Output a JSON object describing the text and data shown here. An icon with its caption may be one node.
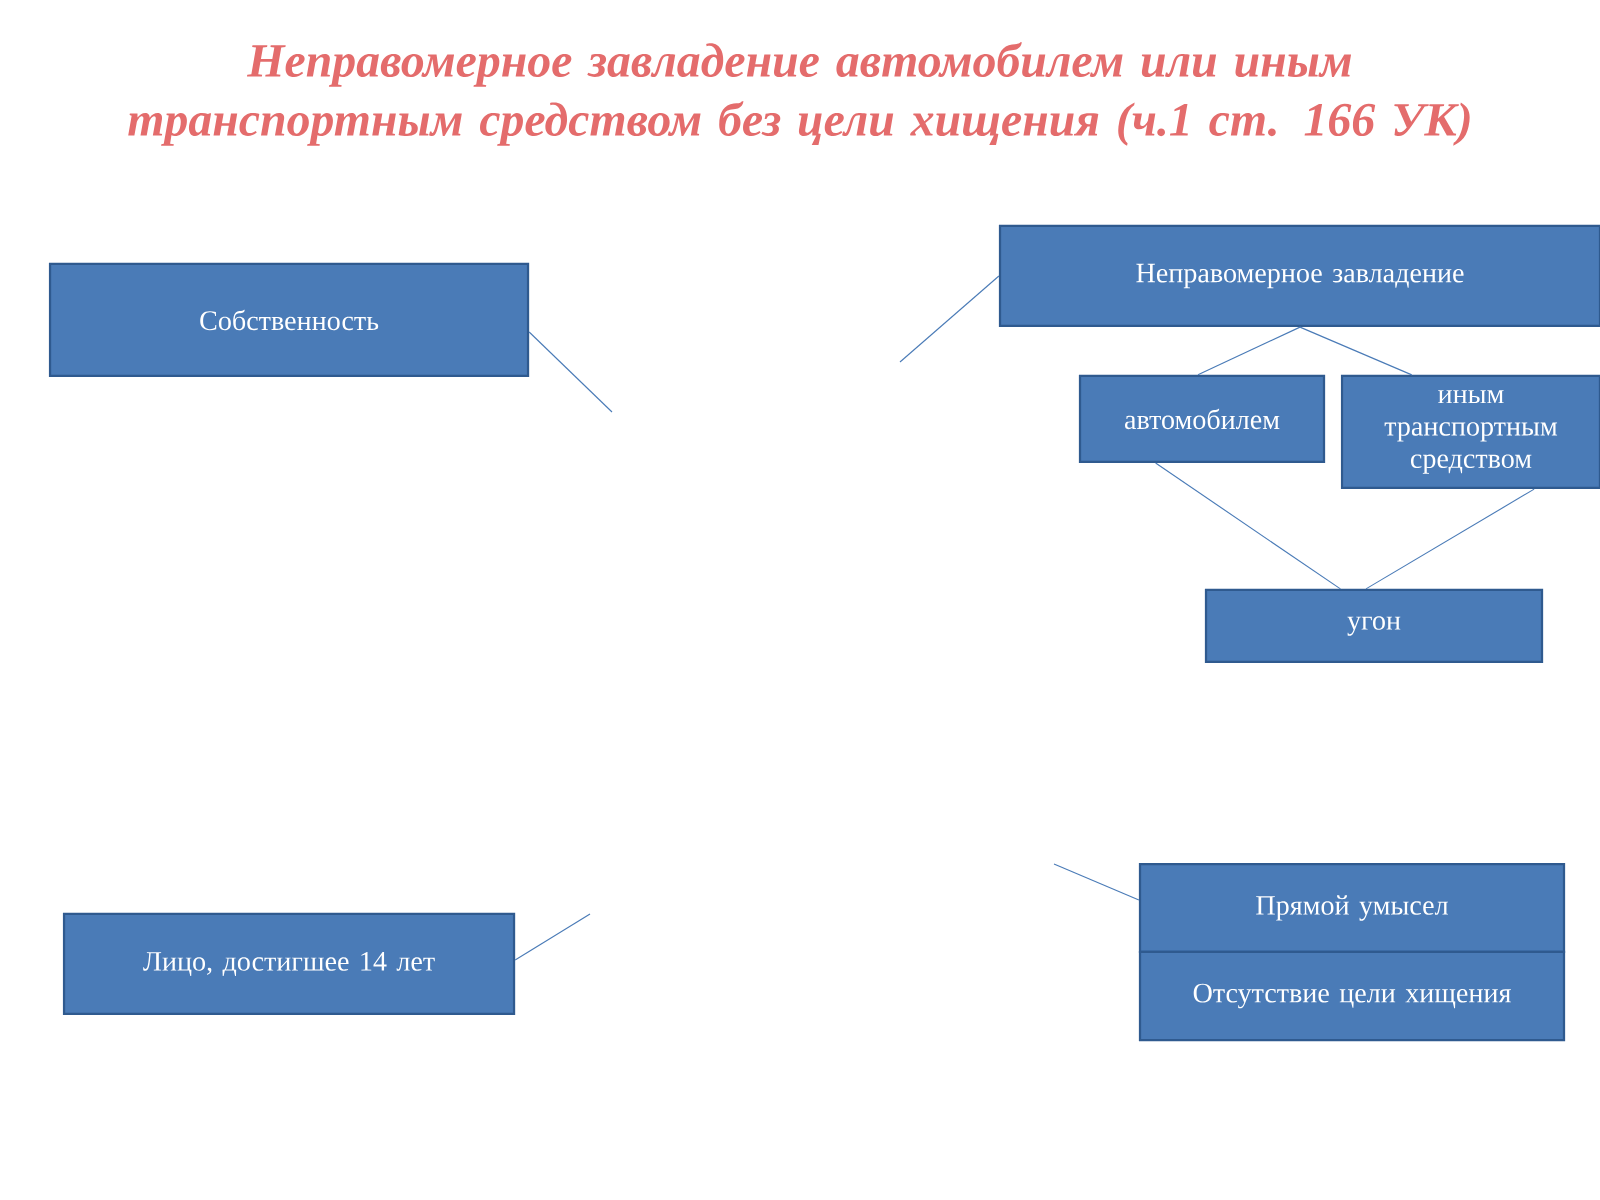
{
  "diagram": {
    "title": "Неправомерное завладение  автомобилем или иным транспортным средством без цели хищения (ч.1 ст. 166  УК)",
    "nodes": [
      {
        "text": [
          "Собственность"
        ]
      },
      {
        "text": [
          "Неправомерное завладение"
        ]
      },
      {
        "text": [
          "автомобилем"
        ]
      },
      {
        "text": [
          "иным транспортным средством"
        ]
      },
      {
        "text": [
          "угон"
        ]
      },
      {
        "text": [
          "Лицо, достигшее 14 лет"
        ]
      },
      {
        "text": [
          "Прямой умысел"
        ]
      },
      {
        "text": [
          "Отсутствие цели хищения"
        ]
      }
    ],
    "edges": [
      {
        "from": 0,
        "to": null,
        "arrow": "none"
      },
      {
        "from": 1,
        "to": null,
        "arrow": "none"
      },
      {
        "from": 1,
        "to": 2,
        "arrow": "none"
      },
      {
        "from": 1,
        "to": 3,
        "arrow": "none"
      },
      {
        "from": 2,
        "to": 4,
        "arrow": "none"
      },
      {
        "from": 3,
        "to": 4,
        "arrow": "none"
      },
      {
        "from": 5,
        "to": null,
        "arrow": "none"
      },
      {
        "from": 6,
        "to": null,
        "arrow": "none"
      }
    ]
  }
}
